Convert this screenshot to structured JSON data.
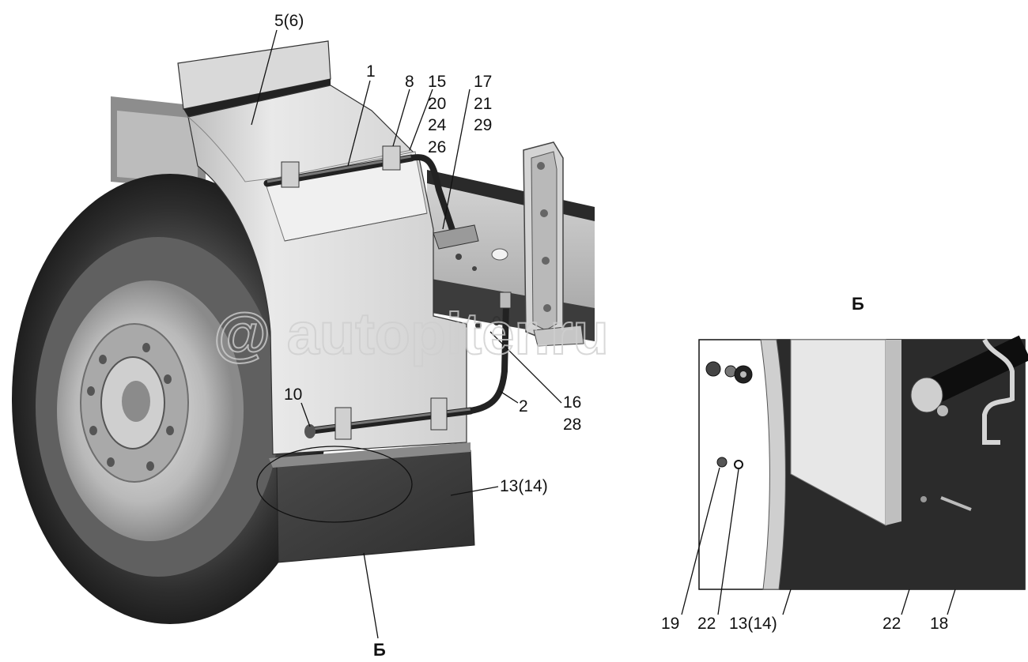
{
  "watermark": "@ autopiter.ru",
  "callouts": {
    "c5_6": "5(6)",
    "c1": "1",
    "c8": "8",
    "c15": "15",
    "c20": "20",
    "c24": "24",
    "c26": "26",
    "c17": "17",
    "c21": "21",
    "c29": "29",
    "c10": "10",
    "c2": "2",
    "c16": "16",
    "c28": "28",
    "c13_14": "13(14)"
  },
  "view_label_main": "Б",
  "inset": {
    "title": "Б",
    "callouts": {
      "c19": "19",
      "c22a": "22",
      "c13_14": "13(14)",
      "c22b": "22",
      "c18": "18"
    }
  }
}
